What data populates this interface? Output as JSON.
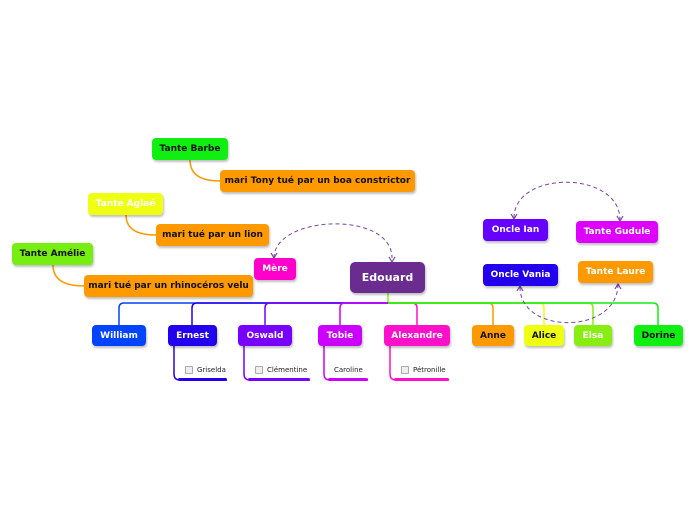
{
  "root": {
    "label": "Edouard",
    "color": "#6a2c8f"
  },
  "relatives": [
    {
      "id": "mere",
      "label": "Mère",
      "color": "#ff00cc",
      "text": "dark"
    },
    {
      "id": "oncle-ian",
      "label": "Oncle Ian",
      "color": "#6600ff",
      "text": "dark"
    },
    {
      "id": "tante-gudule",
      "label": "Tante Gudule",
      "color": "#dd00ff",
      "text": "dark"
    },
    {
      "id": "oncle-vania",
      "label": "Oncle Vania",
      "color": "#2200ee",
      "text": "dark"
    },
    {
      "id": "tante-laure",
      "label": "Tante Laure",
      "color": "#ff9900",
      "text": "dark"
    }
  ],
  "aunts": [
    {
      "id": "tante-barbe",
      "label": "Tante Barbe",
      "color": "#11ee11",
      "text": "light",
      "husband": {
        "label": "mari Tony tué par un boa constrictor",
        "color": "#ff9900"
      }
    },
    {
      "id": "tante-aglae",
      "label": "Tante Aglaé",
      "color": "#eeff11",
      "text": "dark",
      "husband": {
        "label": "mari tué par un lion",
        "color": "#ff9900"
      }
    },
    {
      "id": "tante-amelie",
      "label": "Tante Amélie",
      "color": "#77ee11",
      "text": "light",
      "husband": {
        "label": "mari tué par un rhinocéros velu",
        "color": "#ff9900"
      }
    }
  ],
  "children": [
    {
      "id": "william",
      "label": "William",
      "color": "#0044ff",
      "text": "dark"
    },
    {
      "id": "ernest",
      "label": "Ernest",
      "color": "#2200ee",
      "text": "dark",
      "spouse": "Griselda"
    },
    {
      "id": "oswald",
      "label": "Oswald",
      "color": "#7700ff",
      "text": "dark",
      "spouse": "Clémentine"
    },
    {
      "id": "tobie",
      "label": "Tobie",
      "color": "#cc00ff",
      "text": "dark",
      "spouse": "Caroline"
    },
    {
      "id": "alexandre",
      "label": "Alexandre",
      "color": "#ff11cc",
      "text": "dark",
      "spouse": "Pétronille"
    },
    {
      "id": "anne",
      "label": "Anne",
      "color": "#ff9900",
      "text": "light"
    },
    {
      "id": "alice",
      "label": "Alice",
      "color": "#eeff11",
      "text": "light"
    },
    {
      "id": "elsa",
      "label": "Elsa",
      "color": "#88ee11",
      "text": "dark"
    },
    {
      "id": "dorine",
      "label": "Dorine",
      "color": "#11ee11",
      "text": "light"
    }
  ]
}
